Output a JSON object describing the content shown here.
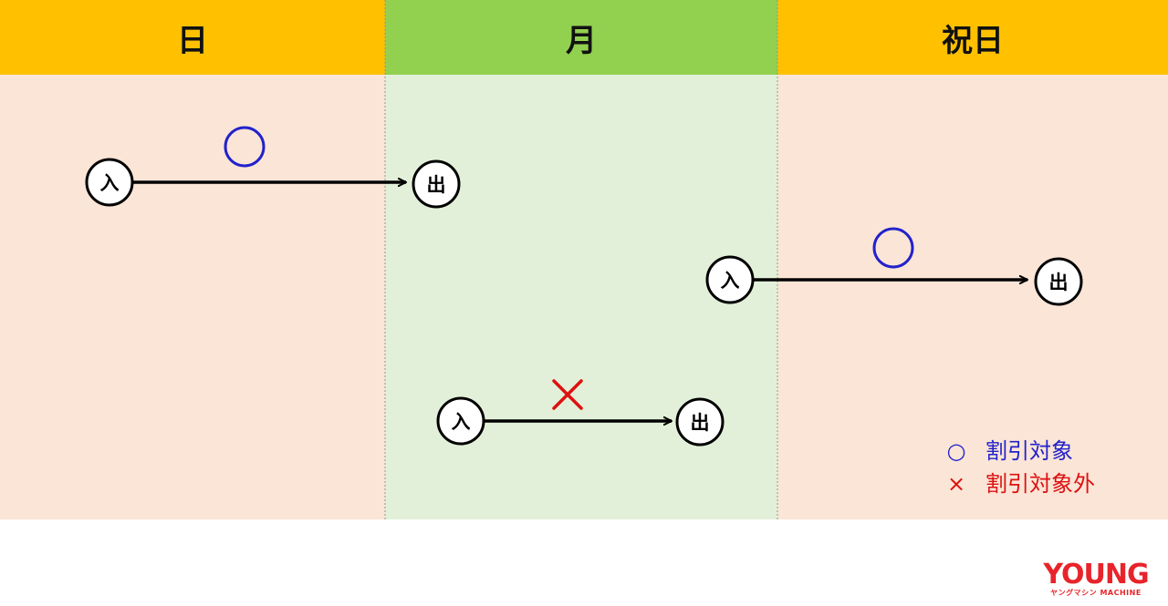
{
  "columns": [
    {
      "label": "日",
      "header_color": "#ffc000",
      "body_color": "#fbe5d6"
    },
    {
      "label": "月",
      "header_color": "#92d050",
      "body_color": "#e2f0d9"
    },
    {
      "label": "祝日",
      "header_color": "#ffc000",
      "body_color": "#fbe5d6"
    }
  ],
  "node_labels": {
    "entry": "入",
    "exit": "出"
  },
  "symbols": {
    "discount": "○",
    "not_discount": "×"
  },
  "trips": [
    {
      "id": "sunday-trip",
      "entry_day": "日",
      "exit_day": "月",
      "result": "discount"
    },
    {
      "id": "monday-trip",
      "entry_day": "月",
      "exit_day": "月",
      "result": "not_discount"
    },
    {
      "id": "holiday-trip",
      "entry_day": "月",
      "exit_day": "祝日",
      "result": "discount"
    }
  ],
  "legend": [
    {
      "symbol": "○",
      "text": "割引対象",
      "color": "#2222cc"
    },
    {
      "symbol": "×",
      "text": "割引対象外",
      "color": "#dd1111"
    }
  ],
  "colors": {
    "discount": "#2222cc",
    "not_discount": "#dd1111",
    "arrow": "#000000"
  },
  "logo": {
    "main": "YOUNG",
    "sub": "ヤングマシン MACHINE"
  }
}
